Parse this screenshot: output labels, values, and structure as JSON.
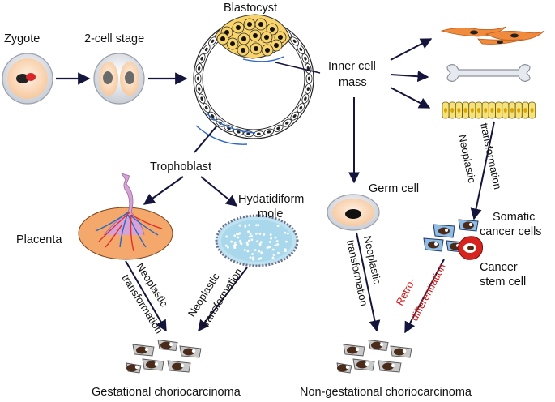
{
  "labels": {
    "zygote": "Zygote",
    "two_cell": "2-cell stage",
    "blastocyst": "Blastocyst",
    "inner_cell_mass_1": "Inner cell",
    "inner_cell_mass_2": "mass",
    "trophoblast": "Trophoblast",
    "placenta": "Placenta",
    "hydatidiform_1": "Hydatidiform",
    "hydatidiform_2": "mole",
    "germ_cell": "Germ cell",
    "somatic_1": "Somatic",
    "somatic_2": "cancer cells",
    "stem_1": "Cancer",
    "stem_2": "stem cell",
    "neoplastic": "Neoplastic",
    "transformation": "transformation",
    "retro_1": "Retro-",
    "retro_2": "differentiation",
    "gestational": "Gestational choriocarcinoma",
    "non_gestational": "Non-gestational choriocarcinoma"
  },
  "colors": {
    "cell_fill": "#fbe1c8",
    "cell_ring": "#cfd4dc",
    "inner_mass": "#f8d46a",
    "arrow": "#14143c",
    "placenta": "#f4a86b",
    "vessel_red": "#e0302a",
    "vessel_blue": "#2d68c4",
    "cord": "#d6a3d6",
    "mole": "#9fd1e6",
    "somatic": "#8fbde6",
    "stem_red": "#d8241f",
    "tumor": "#b8b8b8",
    "fibroblast": "#f08a3c",
    "bone": "#dfe3ea",
    "epithelium": "#f6e27a",
    "retro_text": "#d11a1a"
  }
}
